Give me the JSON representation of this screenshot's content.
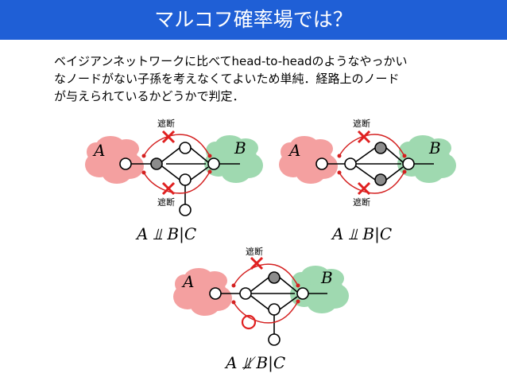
{
  "header": {
    "title": "マルコフ確率場では？"
  },
  "intro": {
    "lines": [
      "ベイジアンネットワークに比べてhead-to-headのようなやっかい",
      "なノードがない子孫を考えなくてよいため単純．経路上のノード",
      "が与えられているかどうかで判定．"
    ]
  },
  "diagrams": [
    {
      "label_a": "A",
      "label_b": "B",
      "block_top": "遮断",
      "block_bottom": "遮断",
      "formula": "A ⫫ B|C"
    },
    {
      "label_a": "A",
      "label_b": "B",
      "block_top": "遮断",
      "block_bottom": "遮断",
      "formula": "A ⫫ B|C"
    },
    {
      "label_a": "A",
      "label_b": "B",
      "block_top": "遮断",
      "formula": "A ⫫̸ B|C"
    }
  ],
  "colors": {
    "title_bg": "#1f5fd6",
    "cloud_a": "#f4a0a0",
    "cloud_b": "#9fd9b0",
    "path_red": "#d42020",
    "observed_node": "#8c8c8c",
    "cross": "#e02020"
  }
}
